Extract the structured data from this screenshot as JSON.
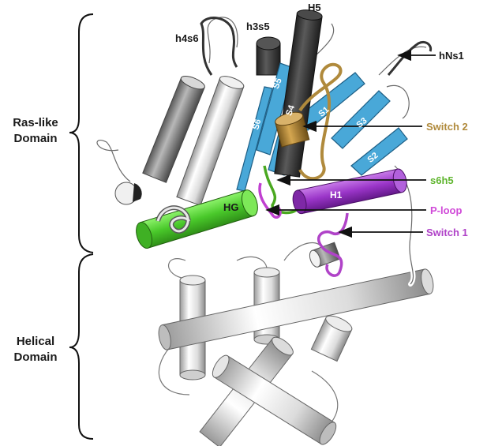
{
  "domains": {
    "ras_like": [
      "Ras-like",
      "Domain"
    ],
    "helical": [
      "Helical",
      "Domain"
    ]
  },
  "labels": {
    "h5": "H5",
    "h3s5": "h3s5",
    "h4s6": "h4s6",
    "hns1": "hNs1",
    "hg": "HG",
    "h1": "H1",
    "s1": "S1",
    "s2": "S2",
    "s3": "S3",
    "s4": "S4",
    "s5": "S5",
    "s6": "S6"
  },
  "callouts": {
    "switch2": "Switch 2",
    "s6h5": "s6h5",
    "ploop": "P-loop",
    "switch1": "Switch 1"
  },
  "colors": {
    "switch2": "#b08a3c",
    "s6h5": "#5fb52e",
    "ploop": "#d04ad8",
    "switch1": "#b043c8",
    "strands": "#49a8d8",
    "hg_helix": "#5cd63a",
    "h1_helix": "#9a35c8",
    "h5_helix": "#3a3a3a"
  }
}
